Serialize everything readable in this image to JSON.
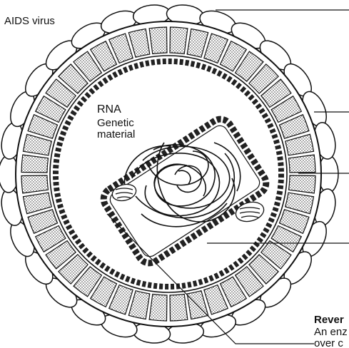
{
  "diagram": {
    "title": "AIDS virus",
    "rna_label": "RNA",
    "rna_desc_line1": "Genetic",
    "rna_desc_line2": "material",
    "enzyme_label": "Rever",
    "enzyme_desc_line1": "An enz",
    "enzyme_desc_line2": "over c"
  },
  "colors": {
    "ink": "#111111",
    "stipple": "#9a9a9a",
    "background": "#ffffff"
  }
}
